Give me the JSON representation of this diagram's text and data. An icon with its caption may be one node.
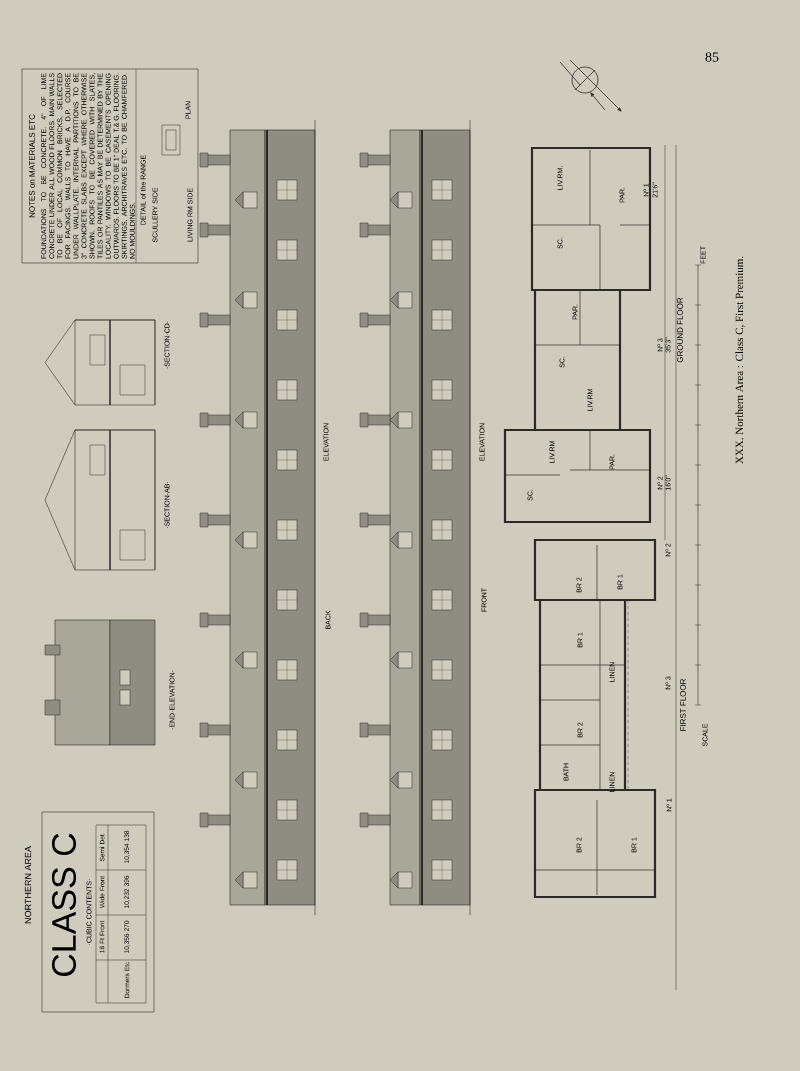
{
  "diagram": {
    "title": "XXX. Northern Area : Class C, First Premium.",
    "nodes": [
      {
        "text": [
          "NOTES on MATERIALS ETC",
          "FOUNDATIONS TO BE CONCRETE. 4\" OF LIME CONCRETE UNDER ALL WOOD FLOORS. MAIN WALLS TO BE OF LOCAL COMMON BRICKS, SELECTED FOR FACINGS. WALLS TO HAVE A D.P. COURSE UNDER WALLPLATE. INTERNAL PARTITIONS TO BE 3\" CONCRETE SLABS EXCEPT WHERE OTHERWISE SHOWN. ROOFS TO BE COVERED WITH SLATES, TILES OR PANTILES AS MAY BE DETERMINED BY THE LOCALITY. WINDOWS TO BE CASEMENTS OPENING OUTWARDS. FLOORS TO BE 1\" DEAL T.& G. FLOORING. SKIRTINGS, ARCHITRAVES ETC. TO BE CHAMFERED. NO MOULDINGS.",
          "DETAIL of the RANGE",
          "SCULLERY SIDE",
          "LIVING RM SIDE",
          "PLAN"
        ]
      },
      {
        "text": [
          "NORTHERN AREA",
          "CLASS C",
          "·CUBIC CONTENTS·"
        ]
      }
    ],
    "labels": [
      "85",
      "FEET",
      "SCALE",
      "GROUND FLOOR",
      "Nº 1",
      "21'6\"",
      "LIV.RM.",
      "PAR.",
      "SC.",
      "Nº 3",
      "35'3\"",
      "PAR.",
      "SC.",
      "LIV.RM",
      "Nº 2",
      "16'0\"",
      "LIV.RM",
      "PAR.",
      "SC.",
      "FIRST FLOOR",
      "Nº 2",
      "BR 2",
      "BR 1",
      "Nº 3",
      "BR 1",
      "LINEN",
      "BR 2",
      "BATH",
      "LINEN",
      "Nº 1",
      "BR 2",
      "BR 1",
      "ELEVATION",
      "FRONT",
      "ELEVATION",
      "BACK",
      "·SECTION·CD·",
      "·SECTION·AB·",
      "·END·ELEVATION·",
      "18 Ft Front",
      "Wide Front",
      "Semi Det.",
      "Dormers Etc",
      "10,356 270",
      "10,232 396",
      "10,354 138"
    ]
  }
}
